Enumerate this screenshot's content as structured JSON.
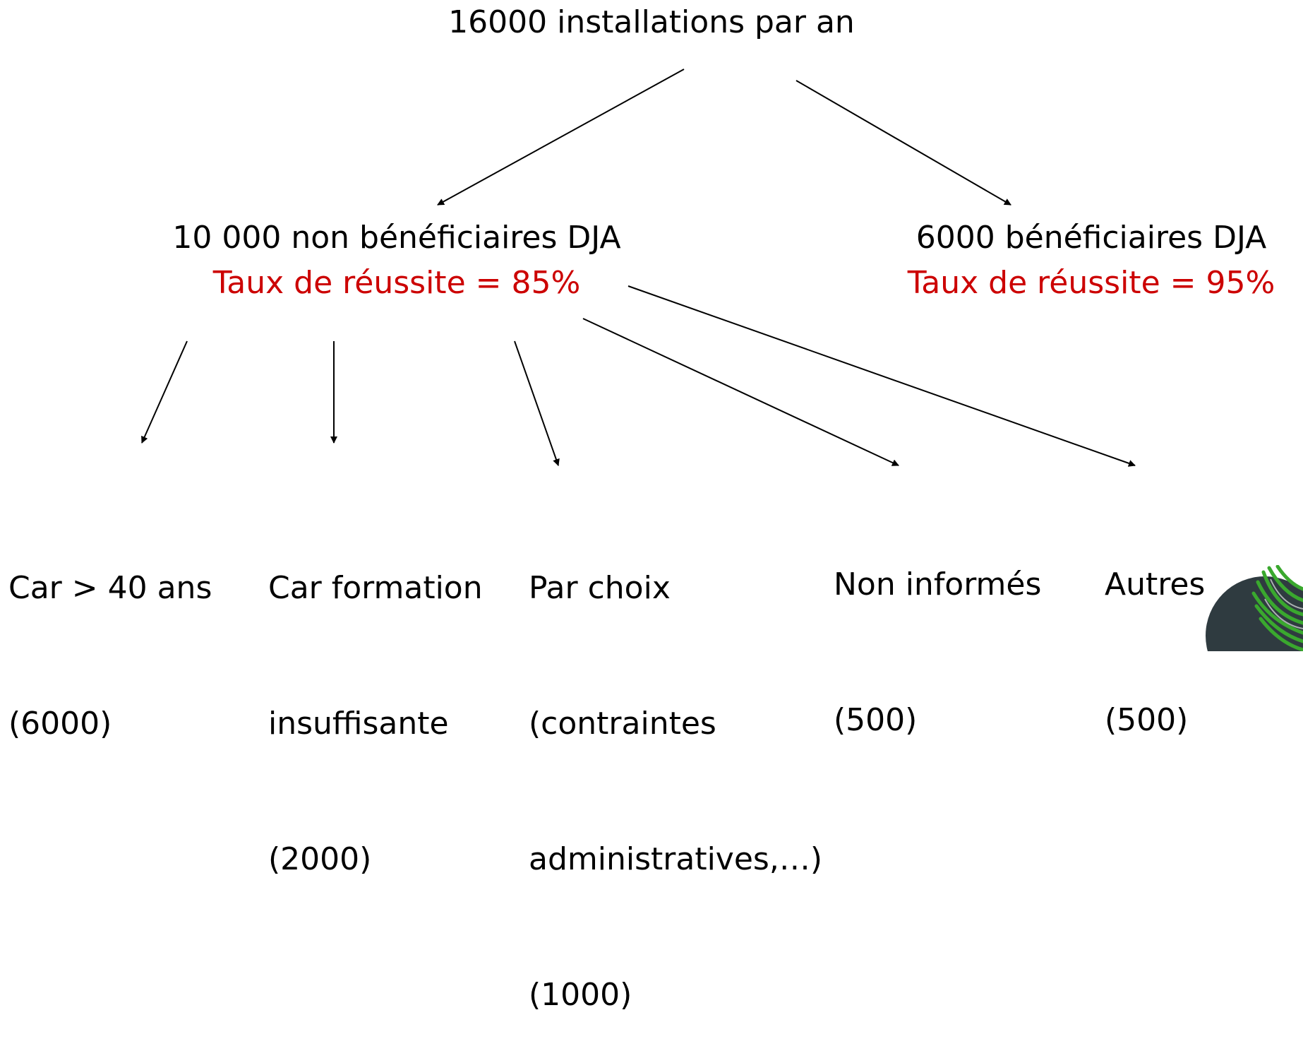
{
  "root": {
    "label": "16000 installations par an"
  },
  "branches": {
    "non_beneficiaires": {
      "label": "10 000 non bénéficiaires DJA",
      "rate": "Taux de réussite = 85%"
    },
    "beneficiaires": {
      "label": "6000 bénéficiaires DJA",
      "rate": "Taux de réussite = 95%"
    }
  },
  "reasons": [
    {
      "lines": [
        "Car > 40 ans",
        "(6000)"
      ]
    },
    {
      "lines": [
        "Car formation",
        "insuffisante",
        "(2000)"
      ]
    },
    {
      "lines": [
        "Par choix",
        "(contraintes",
        "administratives,…)",
        "(1000)"
      ]
    },
    {
      "lines": [
        "Non informés",
        "(500)"
      ]
    },
    {
      "lines": [
        "Autres",
        "(500)"
      ]
    }
  ],
  "colors": {
    "text": "#000000",
    "rate": "#cc0000",
    "arrow": "#000000"
  },
  "logo_icon": "leaf-logo-icon"
}
